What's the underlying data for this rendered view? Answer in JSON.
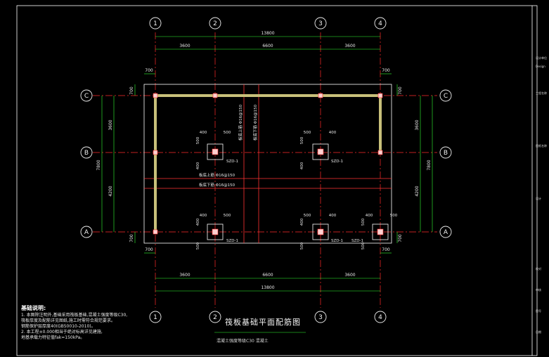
{
  "drawing": {
    "title": "筏板基础平面配筋图",
    "subtitle": "混凝土强度等级C30 混凝土"
  },
  "axes_x": [
    "1",
    "2",
    "3",
    "4"
  ],
  "axes_y": [
    "C",
    "B",
    "A"
  ],
  "dims_top": {
    "total": "13800",
    "spans": [
      "3600",
      "6600",
      "3600"
    ]
  },
  "dims_bottom": {
    "spans": [
      "3600",
      "6600",
      "3600"
    ],
    "total": "13800"
  },
  "dims_left": {
    "spans": [
      "3600",
      "4200"
    ],
    "total": "7800"
  },
  "dims_right": {
    "spans": [
      "3600",
      "4200"
    ],
    "total": "7800"
  },
  "edge_offsets": {
    "top_left": "700",
    "top_right": "700",
    "bottom_left": "700",
    "bottom_right": "700"
  },
  "col_dims": {
    "w": "400",
    "h": "500",
    "v1": "500",
    "v2": "400"
  },
  "column_label": "SZD-1",
  "rebar": {
    "horiz_top": "板底上筋 Φ16@150",
    "horiz_bottom": "板底下筋 Φ16@150",
    "vert_left": "板底上筋 Φ16@150",
    "vert_right": "板底下筋 Φ16@150"
  },
  "notes": {
    "heading": "基础说明:",
    "lines": [
      "1. 本图除注明外,基础采用筏板基础,混凝土强度等级C30,",
      "   筏板厚度及配筋详见图纸,施工时需符合规范要求。",
      "   钢筋保护层厚度40(GB50010-2010)。",
      "2. 本工程±0.000相当于绝对标高详见建施,",
      "   地基承载力特征值fak=150kPa。"
    ]
  },
  "title_block": {
    "lines": [
      "设计单位",
      "Design",
      "工程名称",
      "图纸名称",
      "设计",
      "校对",
      "审核",
      "图号",
      "日期"
    ]
  },
  "colors": {
    "axis": "#ff2a2a",
    "dimension": "#33ff33",
    "bubble": "#f0f0f0",
    "wall": "#c8c07a",
    "rebar": "#ff3333",
    "outline": "#ffffff"
  }
}
